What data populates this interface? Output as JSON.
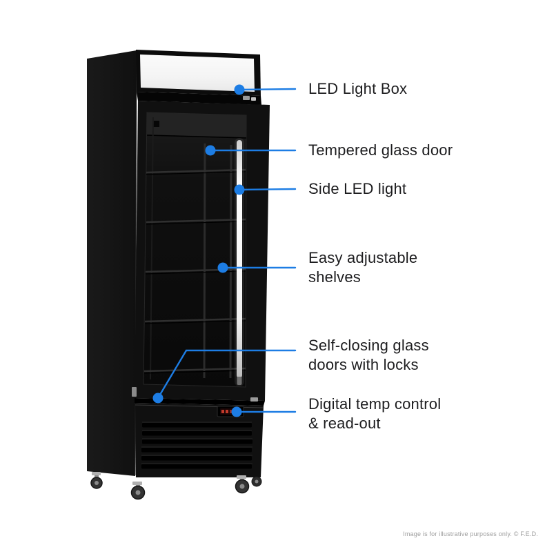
{
  "colors": {
    "accent": "#1d7de4",
    "label_text": "#1d1d1f",
    "footer_text": "#9c9c9c",
    "cabinet_black": "#121212",
    "led_light_white": "#ffffff"
  },
  "diagram": {
    "subject": "single glass door upright display fridge",
    "callouts": [
      {
        "id": "led-light-box",
        "label": "LED Light Box"
      },
      {
        "id": "tempered-glass-door",
        "label": "Tempered glass door"
      },
      {
        "id": "side-led-light",
        "label": "Side LED light"
      },
      {
        "id": "easy-adjustable-shelves",
        "label": "Easy adjustable\nshelves"
      },
      {
        "id": "self-closing-doors",
        "label": "Self-closing glass\ndoors with locks"
      },
      {
        "id": "digital-temp-control",
        "label": "Digital temp control\n& read-out"
      }
    ]
  },
  "footer": {
    "disclaimer": "Image is for illustrative purposes only. © F.E.D."
  }
}
